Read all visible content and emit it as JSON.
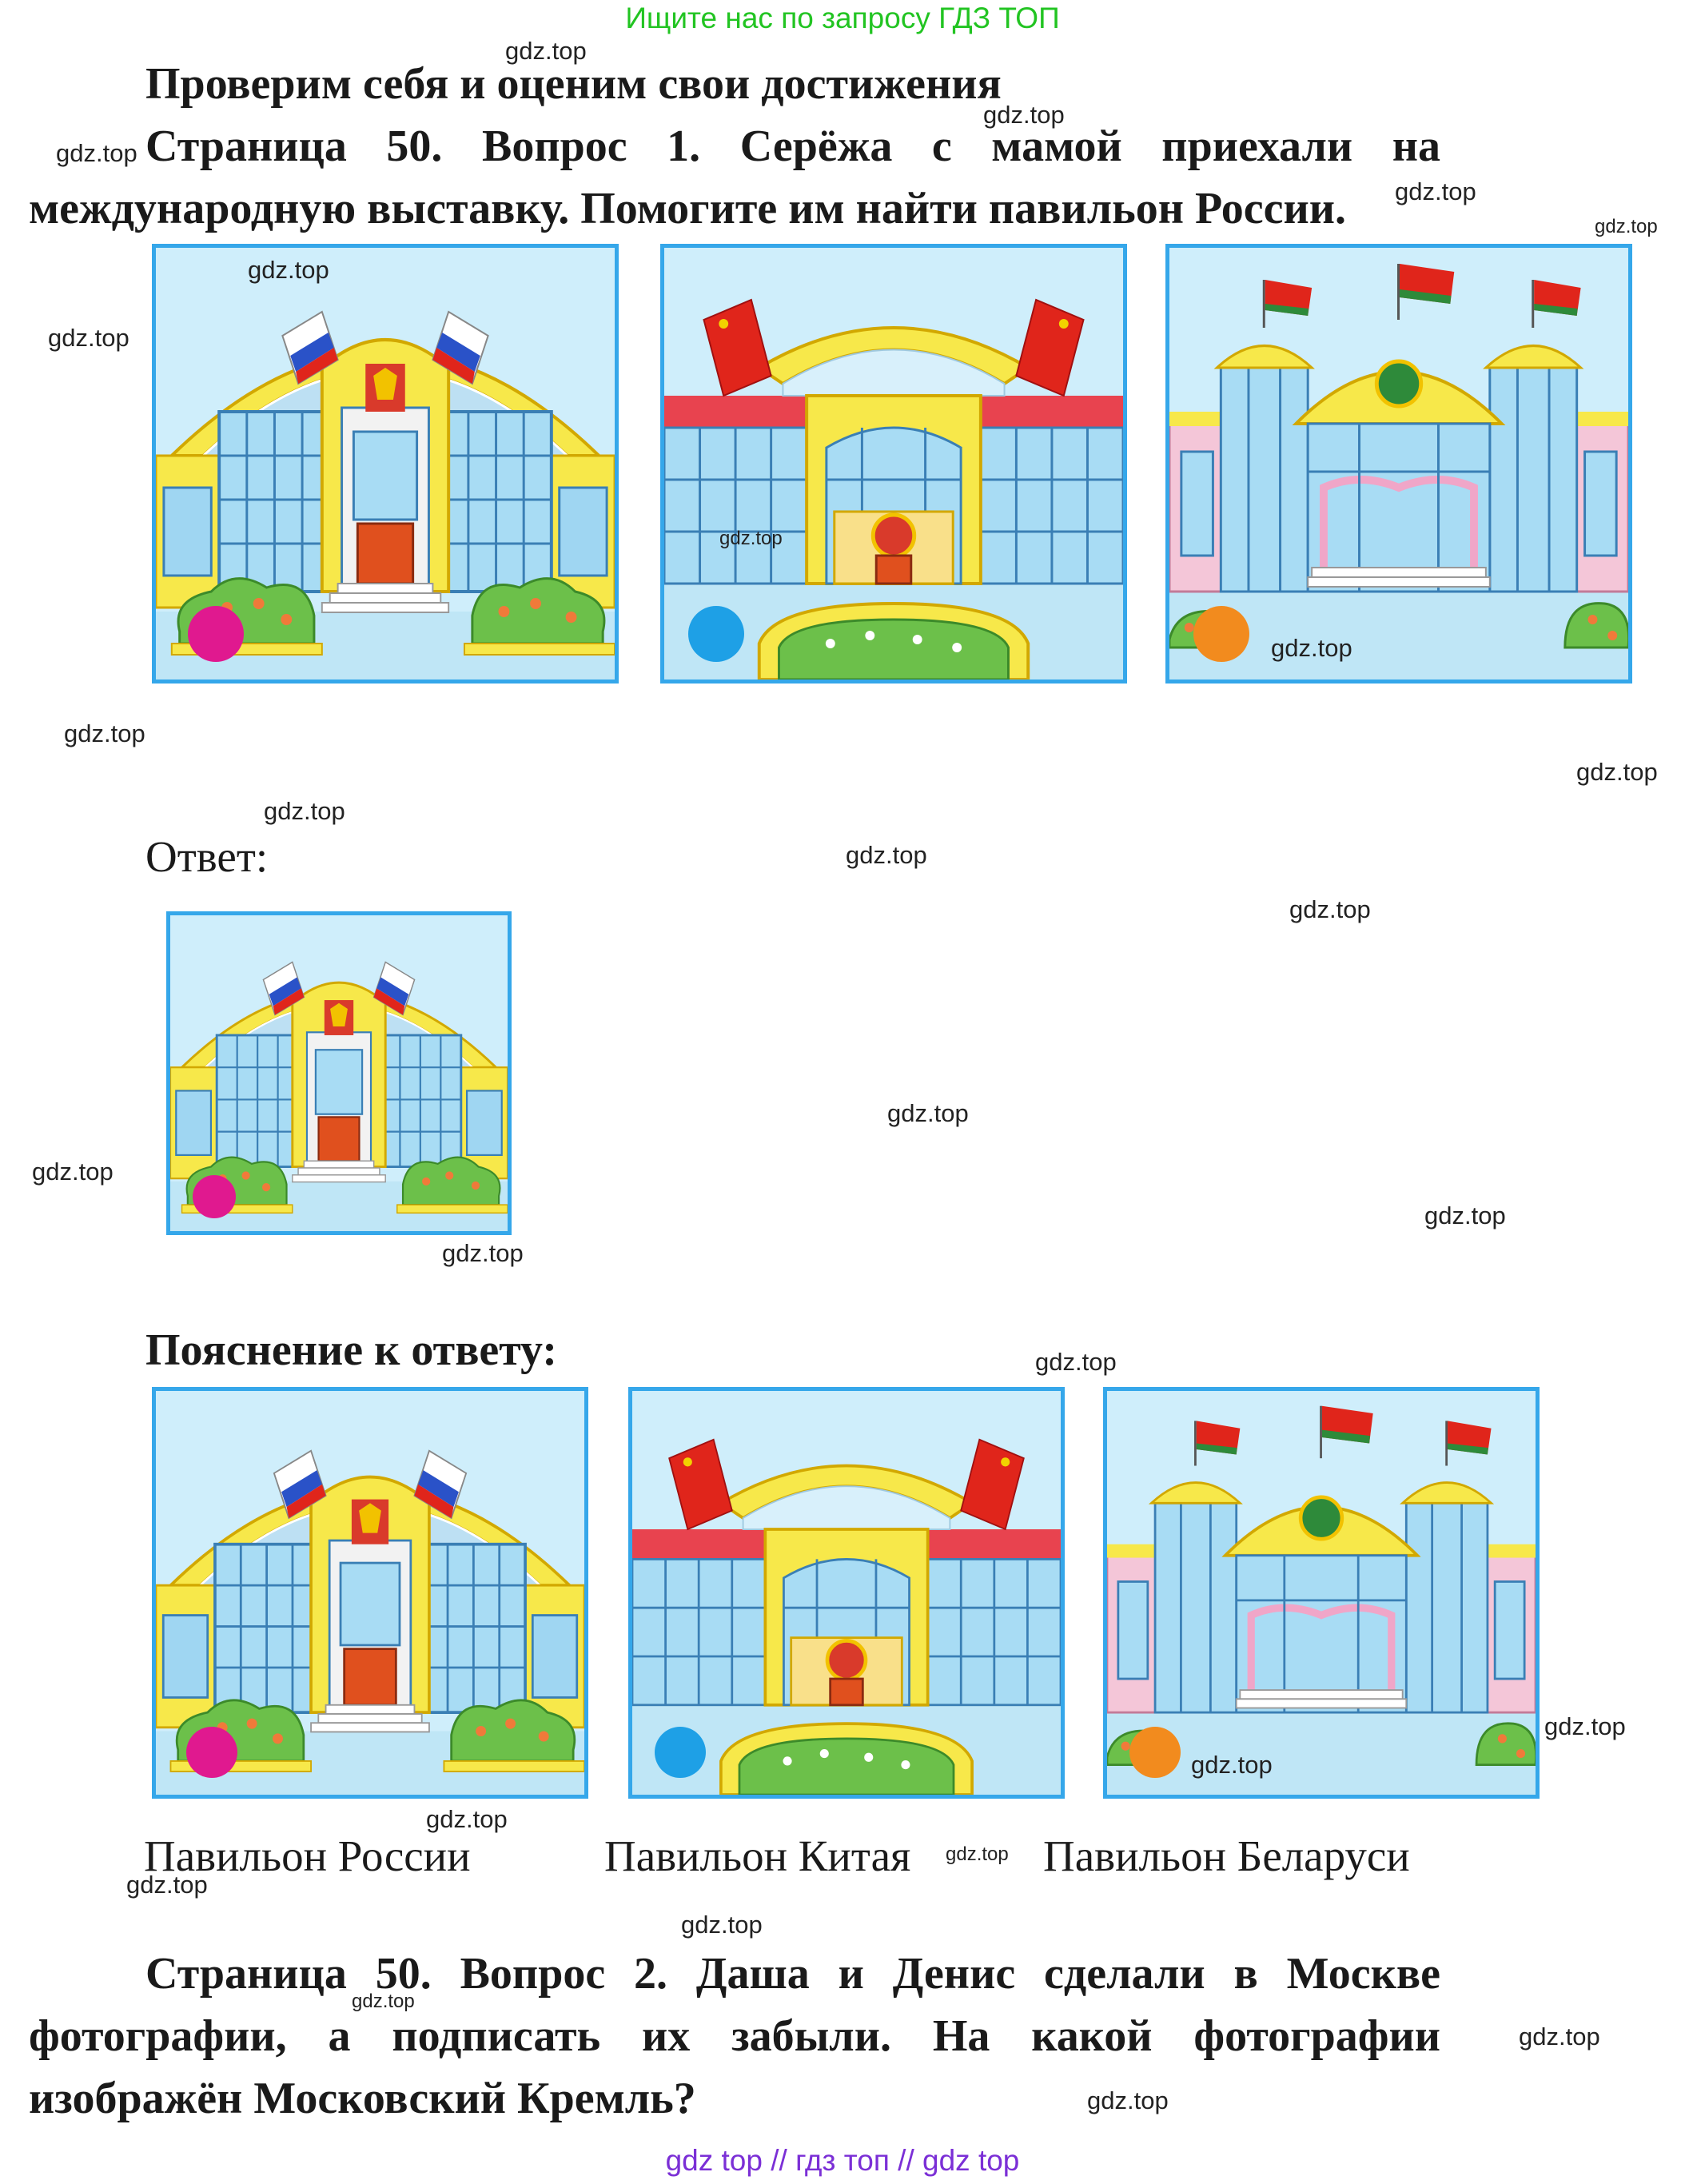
{
  "banner_top": "Ищите нас по запросу ГДЗ ТОП",
  "banner_bottom": "gdz top  //  гдз топ  //  gdz top",
  "section_title": "Проверим себя и оценим свои достижения",
  "q1": {
    "line1": "Страница 50. Вопрос 1. Серёжа с мамой приехали на",
    "line2": "международную выставку. Помогите им найти павильон России."
  },
  "answer_label": "Ответ:",
  "explanation_label": "Пояснение к ответу:",
  "captions": {
    "russia": "Павильон России",
    "china": "Павильон Китая",
    "belarus": "Павильон Беларуси"
  },
  "q2": {
    "line1": "Страница 50. Вопрос 2. Даша и Денис сделали в Москве",
    "line2": "фотографии, а подписать их забыли. На какой фотографии",
    "line3": "изображён Московский Кремль?"
  },
  "watermark": "gdz.top",
  "colors": {
    "banner_green": "#22c422",
    "banner_purple": "#7b2fd6",
    "frame_blue": "#35a7ea",
    "dot_magenta": "#e0198f",
    "dot_blue": "#1ea0e6",
    "dot_orange": "#f28b1e"
  }
}
